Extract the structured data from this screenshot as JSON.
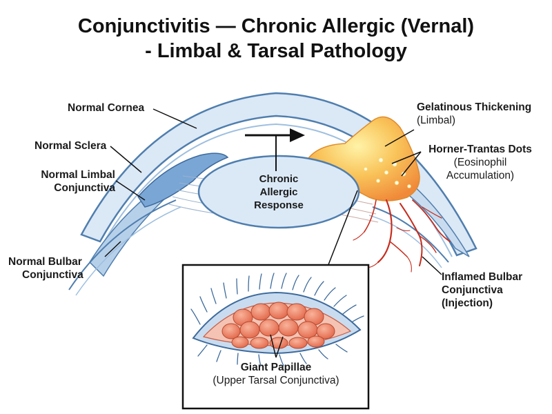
{
  "title": {
    "line1": "Conjunctivitis — Chronic Allergic (Vernal)",
    "line2": "- Limbal & Tarsal Pathology"
  },
  "labels": {
    "normal_cornea": "Normal Cornea",
    "normal_sclera": "Normal Sclera",
    "normal_limbal_line1": "Normal Limbal",
    "normal_limbal_line2": "Conjunctiva",
    "normal_bulbar_line1": "Normal Bulbar",
    "normal_bulbar_line2": "Conjunctiva",
    "chronic_line1": "Chronic",
    "chronic_line2": "Allergic",
    "chronic_line3": "Response",
    "gelatinous_line1": "Gelatinous Thickening",
    "gelatinous_line2": "(Limbal)",
    "horner_line1": "Horner-Trantas Dots",
    "horner_line2": "(Eosinophil",
    "horner_line3": "Accumulation)",
    "inflamed_line1": "Inflamed Bulbar",
    "inflamed_line2": "Conjunctiva",
    "inflamed_line3": "(Injection)",
    "giant_line1": "Giant Papillae",
    "giant_line2": "(Upper Tarsal Conjunctiva)"
  },
  "colors": {
    "sclera_fill": "#d6e6f5",
    "sclera_stroke": "#4a78a8",
    "limbus_blue": "#7aa6d6",
    "lens_fill": "#dbe9f7",
    "gel_fill": "#f6b04a",
    "gel_light": "#fde58a",
    "vessel_red": "#c62d1e",
    "papilla_fill": "#f08a6e",
    "text": "#111111"
  }
}
